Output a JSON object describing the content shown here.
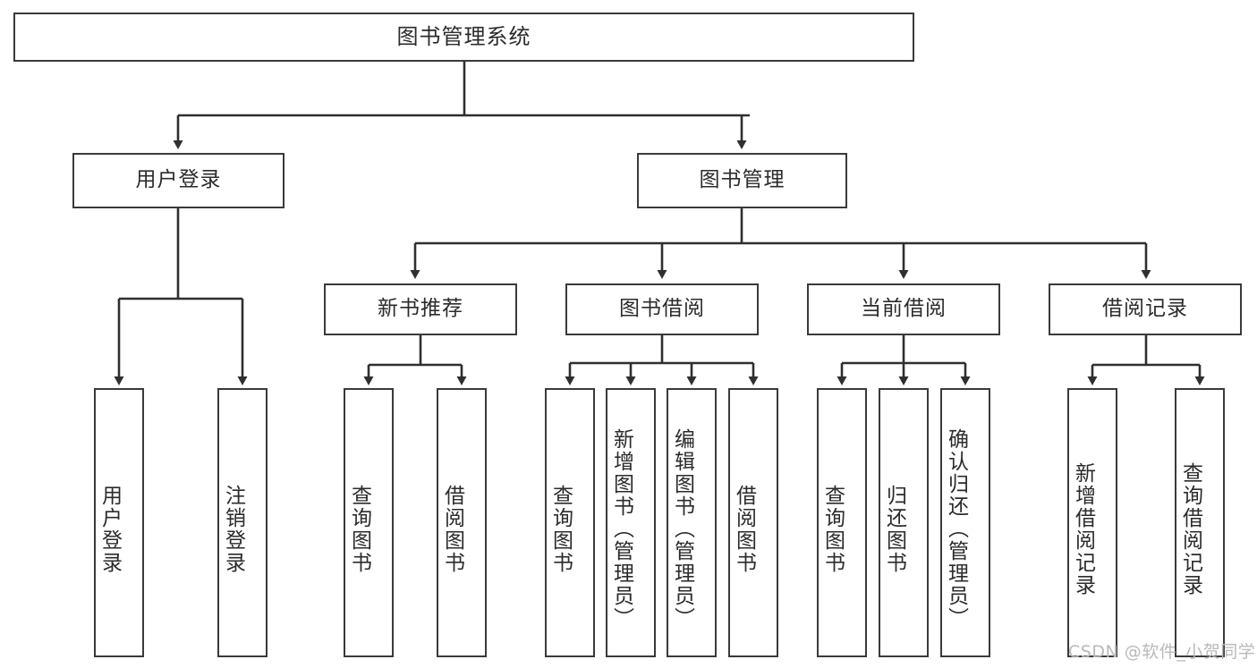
{
  "diagram": {
    "title": "图书管理系统",
    "type": "function-structure-tree",
    "watermark": "CSDN @软件_小贺同学",
    "colors": {
      "box_border": "#3a3a3a",
      "box_fill": "#ffffff",
      "connector": "#2f2f2f",
      "text": "#2b2b2b",
      "watermark": "#b9b9b9",
      "background": "#ffffff"
    },
    "levels": [
      {
        "level": 1,
        "nodes": [
          {
            "id": "root",
            "label": "图书管理系统",
            "orientation": "horizontal"
          }
        ]
      },
      {
        "level": 2,
        "nodes": [
          {
            "id": "login",
            "label": "用户登录",
            "orientation": "horizontal",
            "parent": "root"
          },
          {
            "id": "bookmgmt",
            "label": "图书管理",
            "orientation": "horizontal",
            "parent": "root"
          }
        ]
      },
      {
        "level": 3,
        "nodes": [
          {
            "id": "newbook",
            "label": "新书推荐",
            "orientation": "horizontal",
            "parent": "bookmgmt"
          },
          {
            "id": "borrow",
            "label": "图书借阅",
            "orientation": "horizontal",
            "parent": "bookmgmt"
          },
          {
            "id": "current",
            "label": "当前借阅",
            "orientation": "horizontal",
            "parent": "bookmgmt"
          },
          {
            "id": "records",
            "label": "借阅记录",
            "orientation": "horizontal",
            "parent": "bookmgmt"
          }
        ]
      },
      {
        "level": 4,
        "nodes": [
          {
            "id": "leaf1",
            "label": "用户登录",
            "orientation": "vertical",
            "parent": "login"
          },
          {
            "id": "leaf2",
            "label": "注销登录",
            "orientation": "vertical",
            "parent": "login"
          },
          {
            "id": "leaf3",
            "label": "查询图书",
            "orientation": "vertical",
            "parent": "newbook"
          },
          {
            "id": "leaf4",
            "label": "借阅图书",
            "orientation": "vertical",
            "parent": "newbook"
          },
          {
            "id": "leaf5",
            "label": "查询图书",
            "orientation": "vertical",
            "parent": "borrow"
          },
          {
            "id": "leaf6",
            "label": "新增图书（管理员）",
            "orientation": "vertical",
            "parent": "borrow"
          },
          {
            "id": "leaf7",
            "label": "编辑图书（管理员）",
            "orientation": "vertical",
            "parent": "borrow"
          },
          {
            "id": "leaf8",
            "label": "借阅图书",
            "orientation": "vertical",
            "parent": "borrow"
          },
          {
            "id": "leaf9",
            "label": "查询图书",
            "orientation": "vertical",
            "parent": "current"
          },
          {
            "id": "leaf10",
            "label": "归还图书",
            "orientation": "vertical",
            "parent": "current"
          },
          {
            "id": "leaf11",
            "label": "确认归还（管理员）",
            "orientation": "vertical",
            "parent": "current"
          },
          {
            "id": "leaf12",
            "label": "新增借阅记录",
            "orientation": "vertical",
            "parent": "records"
          },
          {
            "id": "leaf13",
            "label": "查询借阅记录",
            "orientation": "vertical",
            "parent": "records"
          }
        ]
      }
    ]
  }
}
